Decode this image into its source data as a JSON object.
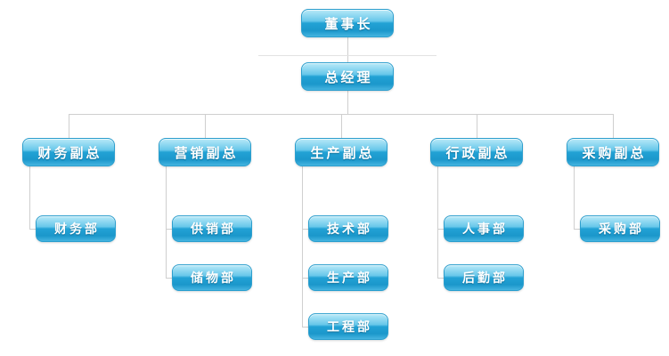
{
  "diagram": {
    "type": "org-chart",
    "title": "",
    "colors": {
      "node_top": "#b8e9f8",
      "node_mid": "#22a2d5",
      "node_bottom": "#45b4e0",
      "node_border": "#2d9fce",
      "node_text": "#ffffff",
      "connector": "#cfcfcf"
    }
  },
  "nodes": {
    "chairman": {
      "label": "董事长"
    },
    "gm": {
      "label": "总经理"
    },
    "vp_finance": {
      "label": "财务副总"
    },
    "vp_marketing": {
      "label": "营销副总"
    },
    "vp_production": {
      "label": "生产副总"
    },
    "vp_admin": {
      "label": "行政副总"
    },
    "vp_purchase": {
      "label": "采购副总"
    },
    "dept_finance": {
      "label": "财务部"
    },
    "dept_supply": {
      "label": "供销部"
    },
    "dept_storage": {
      "label": "储物部"
    },
    "dept_tech": {
      "label": "技术部"
    },
    "dept_prod": {
      "label": "生产部"
    },
    "dept_eng": {
      "label": "工程部"
    },
    "dept_hr": {
      "label": "人事部"
    },
    "dept_logistics": {
      "label": "后勤部"
    },
    "dept_purchase": {
      "label": "采购部"
    }
  },
  "structure": {
    "董事长": [
      "总经理"
    ],
    "总经理": [
      "财务副总",
      "营销副总",
      "生产副总",
      "行政副总",
      "采购副总"
    ],
    "财务副总": [
      "财务部"
    ],
    "营销副总": [
      "供销部",
      "储物部"
    ],
    "生产副总": [
      "技术部",
      "生产部",
      "工程部"
    ],
    "行政副总": [
      "人事部",
      "后勤部"
    ],
    "采购副总": [
      "采购部"
    ]
  }
}
